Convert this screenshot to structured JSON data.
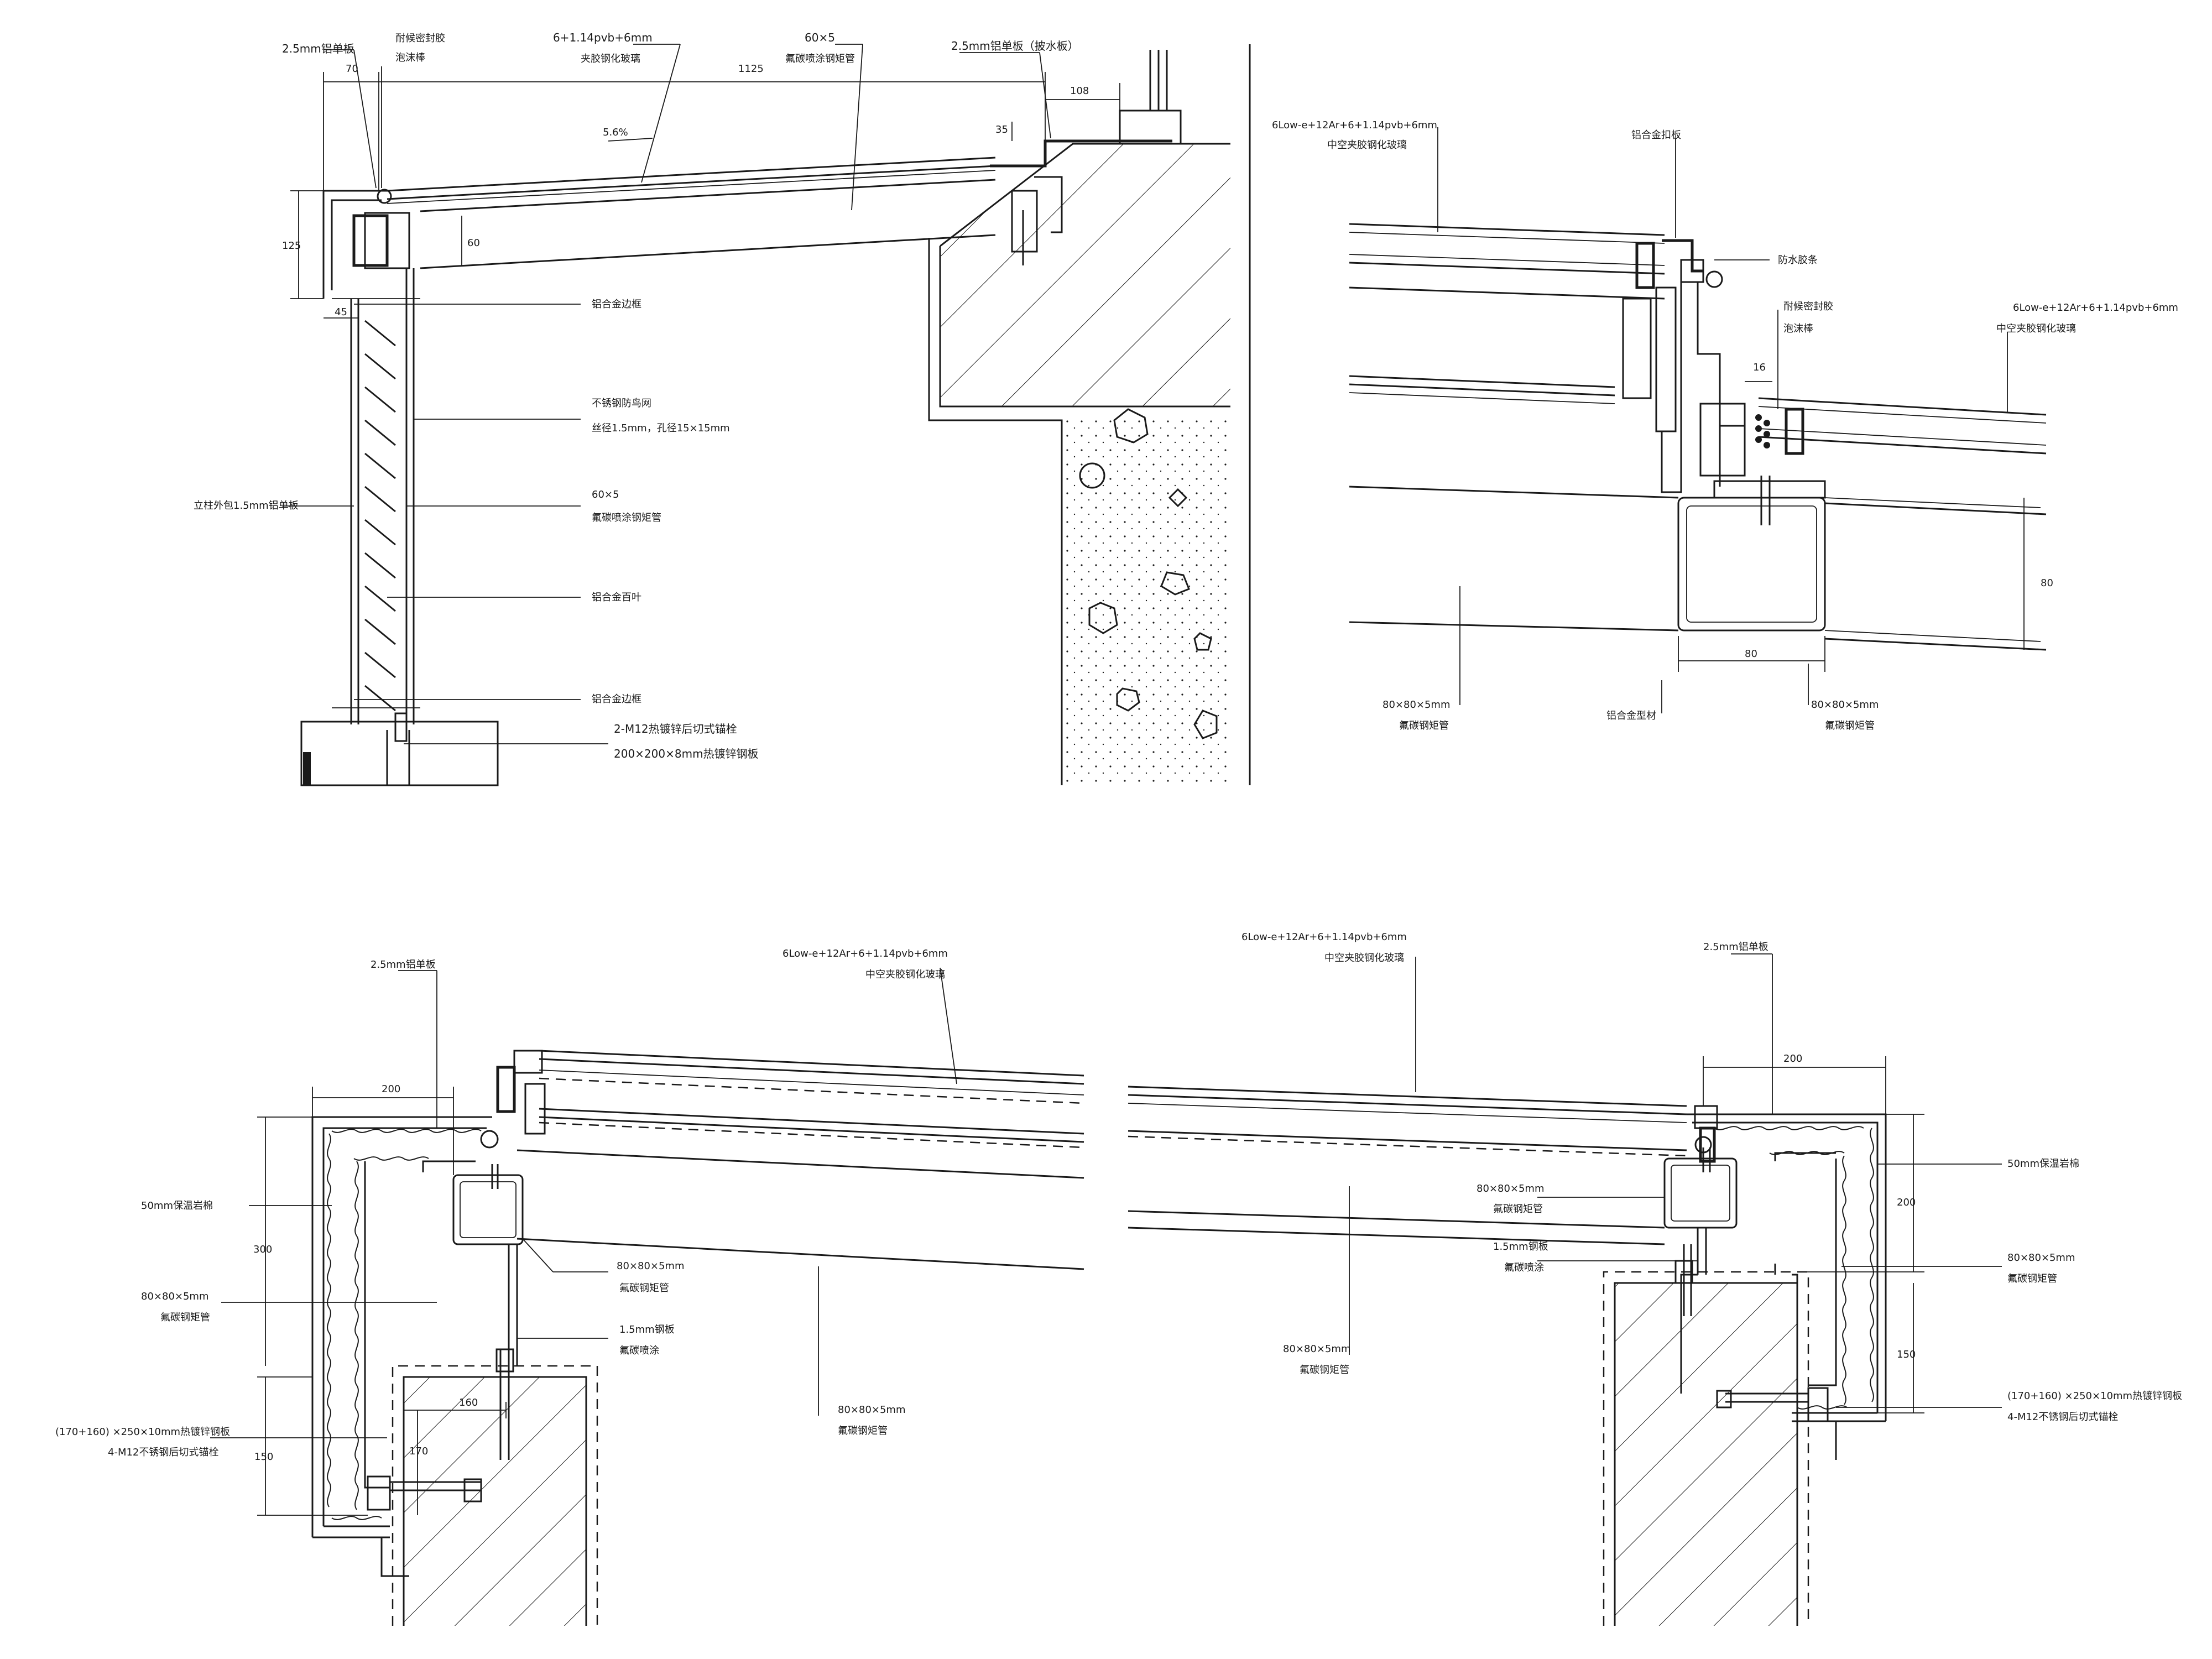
{
  "drawing": {
    "detail_1": {
      "labels": {
        "alu_sheet_left": "2.5mm铝单板",
        "sealant": "耐候密封胶",
        "foam_rod": "泡沫棒",
        "glass": "6+1.14pvb+6mm",
        "glass_desc": "夹胶钢化玻璃",
        "tube": "60×5",
        "tube_desc": "氟碳喷涂钢矩管",
        "alu_sheet_right": "2.5mm铝单板（披水板）",
        "dim_1125": "1125",
        "dim_70": "70",
        "dim_108": "108",
        "dim_35": "35",
        "slope": "5.6%",
        "dim_125": "125",
        "dim_45": "45",
        "dim_60": "60",
        "alu_louver_frame_1": "铝合金边框",
        "mesh": "不锈钢防鸟网",
        "mesh_spec": "丝径1.5mm，孔径15×15mm",
        "column_wrap": "立柱外包1.5mm铝单板",
        "tube2": "60×5",
        "tube2_desc": "氟碳喷涂钢矩管",
        "louver": "铝合金百叶",
        "alu_louver_frame_2": "铝合金边框",
        "anchor": "2-M12热镀锌后切式锚栓",
        "plate": "200×200×8mm热镀锌钢板"
      }
    },
    "detail_2": {
      "labels": {
        "glass_left": "6Low-e+12Ar+6+1.14pvb+6mm",
        "glass_left_desc": "中空夹胶钢化玻璃",
        "alu_cap": "铝合金扣板",
        "waterproof": "防水胶条",
        "sealant": "耐候密封胶",
        "foam_rod": "泡沫棒",
        "glass_right": "6Low-e+12Ar+6+1.14pvb+6mm",
        "glass_right_desc": "中空夹胶钢化玻璃",
        "dim_16": "16",
        "dim_80_v": "80",
        "dim_80_h": "80",
        "tube_left": "80×80×5mm",
        "tube_left_desc": "氟碳钢矩管",
        "alu_profile": "铝合金型材",
        "tube_right": "80×80×5mm",
        "tube_right_desc": "氟碳钢矩管"
      }
    },
    "detail_3": {
      "labels": {
        "alu_sheet": "2.5mm铝单板",
        "glass": "6Low-e+12Ar+6+1.14pvb+6mm",
        "glass_desc": "中空夹胶钢化玻璃",
        "dim_200": "200",
        "insulation": "50mm保温岩棉",
        "dim_300": "300",
        "tube_a": "80×80×5mm",
        "tube_a_desc": "氟碳钢矩管",
        "tube_b": "80×80×5mm",
        "tube_b_desc": "氟碳钢矩管",
        "steel_sheet": "1.5mm钢板",
        "steel_sheet_desc": "氟碳喷涂",
        "tube_c": "80×80×5mm",
        "tube_c_desc": "氟碳钢矩管",
        "dim_160": "160",
        "dim_150": "150",
        "dim_170": "170",
        "plate": "(170+160) ×250×10mm热镀锌钢板",
        "anchor": "4-M12不锈钢后切式锚栓"
      }
    },
    "detail_4": {
      "labels": {
        "glass": "6Low-e+12Ar+6+1.14pvb+6mm",
        "glass_desc": "中空夹胶钢化玻璃",
        "alu_sheet": "2.5mm铝单板",
        "dim_200": "200",
        "insulation": "50mm保温岩棉",
        "tube_a": "80×80×5mm",
        "tube_a_desc": "氟碳钢矩管",
        "dim_200_v": "200",
        "steel_sheet": "1.5mm钢板",
        "steel_sheet_desc": "氟碳喷涂",
        "tube_b": "80×80×5mm",
        "tube_b_desc": "氟碳钢矩管",
        "tube_c": "80×80×5mm",
        "tube_c_desc": "氟碳钢矩管",
        "dim_150": "150",
        "plate": "(170+160) ×250×10mm热镀锌钢板",
        "anchor": "4-M12不锈钢后切式锚栓"
      }
    }
  }
}
